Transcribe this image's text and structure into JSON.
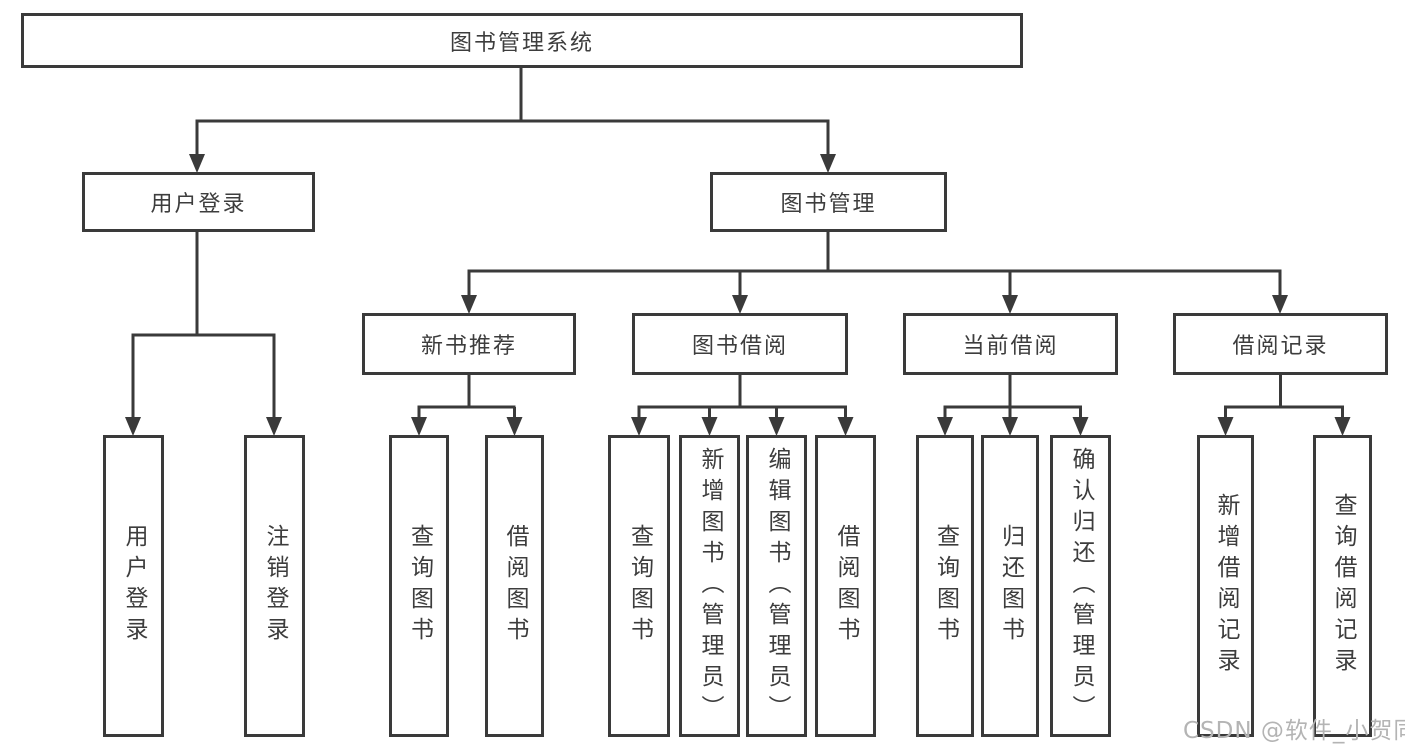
{
  "colors": {
    "line": "#3a3a3a",
    "text": "#3d3d3d",
    "watermark": "#b4b4b4",
    "background": "#ffffff"
  },
  "diagram": {
    "root": {
      "label": "图书管理系统"
    },
    "branches": [
      {
        "label": "用户登录",
        "children": [
          {
            "label": "用户登录"
          },
          {
            "label": "注销登录"
          }
        ]
      },
      {
        "label": "图书管理",
        "groups": [
          {
            "label": "新书推荐",
            "children": [
              {
                "label": "查询图书"
              },
              {
                "label": "借阅图书"
              }
            ]
          },
          {
            "label": "图书借阅",
            "children": [
              {
                "label": "查询图书"
              },
              {
                "label": "新增图书（管理员）"
              },
              {
                "label": "编辑图书（管理员）"
              },
              {
                "label": "借阅图书"
              }
            ]
          },
          {
            "label": "当前借阅",
            "children": [
              {
                "label": "查询图书"
              },
              {
                "label": "归还图书"
              },
              {
                "label": "确认归还（管理员）"
              }
            ]
          },
          {
            "label": "借阅记录",
            "children": [
              {
                "label": "新增借阅记录"
              },
              {
                "label": "查询借阅记录"
              }
            ]
          }
        ]
      }
    ]
  },
  "watermark": {
    "text": "CSDN @软件_小贺同学"
  }
}
